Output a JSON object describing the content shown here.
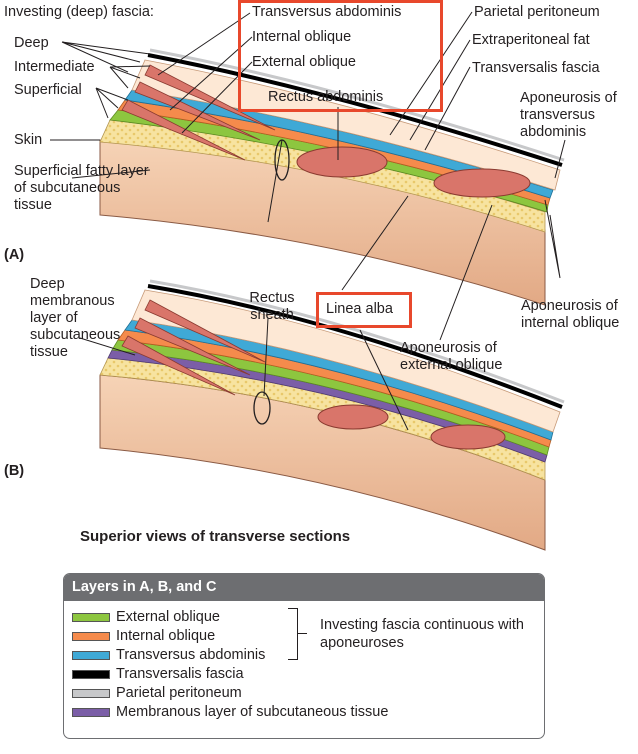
{
  "labels": {
    "investing_fascia": "Investing (deep) fascia:",
    "deep": "Deep",
    "intermediate": "Intermediate",
    "superficial": "Superficial",
    "skin": "Skin",
    "superficial_fatty": "Superficial fatty layer of subcutaneous tissue",
    "panel_a": "(A)",
    "transversus_abdominis": "Transversus abdominis",
    "internal_oblique": "Internal oblique",
    "external_oblique": "External oblique",
    "rectus_abdominis": "Rectus abdominis",
    "parietal_peritoneum": "Parietal peritoneum",
    "extraperitoneal_fat": "Extraperitoneal fat",
    "transversalis_fascia": "Transversalis fascia",
    "aponeurosis_transversus": "Aponeurosis of transversus abdominis",
    "deep_membranous": "Deep membranous layer of subcutaneous tissue",
    "rectus_sheath": "Rectus sheath",
    "linea_alba": "Linea alba",
    "aponeurosis_internal": "Aponeurosis of internal oblique",
    "aponeurosis_external": "Aponeurosis of external oblique",
    "panel_b": "(B)",
    "caption": "Superior views of transverse sections"
  },
  "legend": {
    "title": "Layers in A, B, and C",
    "items": [
      {
        "label": "External oblique",
        "color": "#8dc63f"
      },
      {
        "label": "Internal oblique",
        "color": "#f58b4c"
      },
      {
        "label": "Transversus abdominis",
        "color": "#3fa9d6"
      },
      {
        "label": "Transversalis fascia",
        "color": "#000000"
      },
      {
        "label": "Parietal peritoneum",
        "color": "#c7c8ca"
      },
      {
        "label": "Membranous layer of subcutaneous tissue",
        "color": "#7b5ea7"
      }
    ],
    "brace_text": "Investing fascia continuous with aponeuroses"
  },
  "colors": {
    "highlight": "#e8482c",
    "skin": "#f2c9a6",
    "fat": "#f7e3a0",
    "muscle": "#d9756a"
  }
}
